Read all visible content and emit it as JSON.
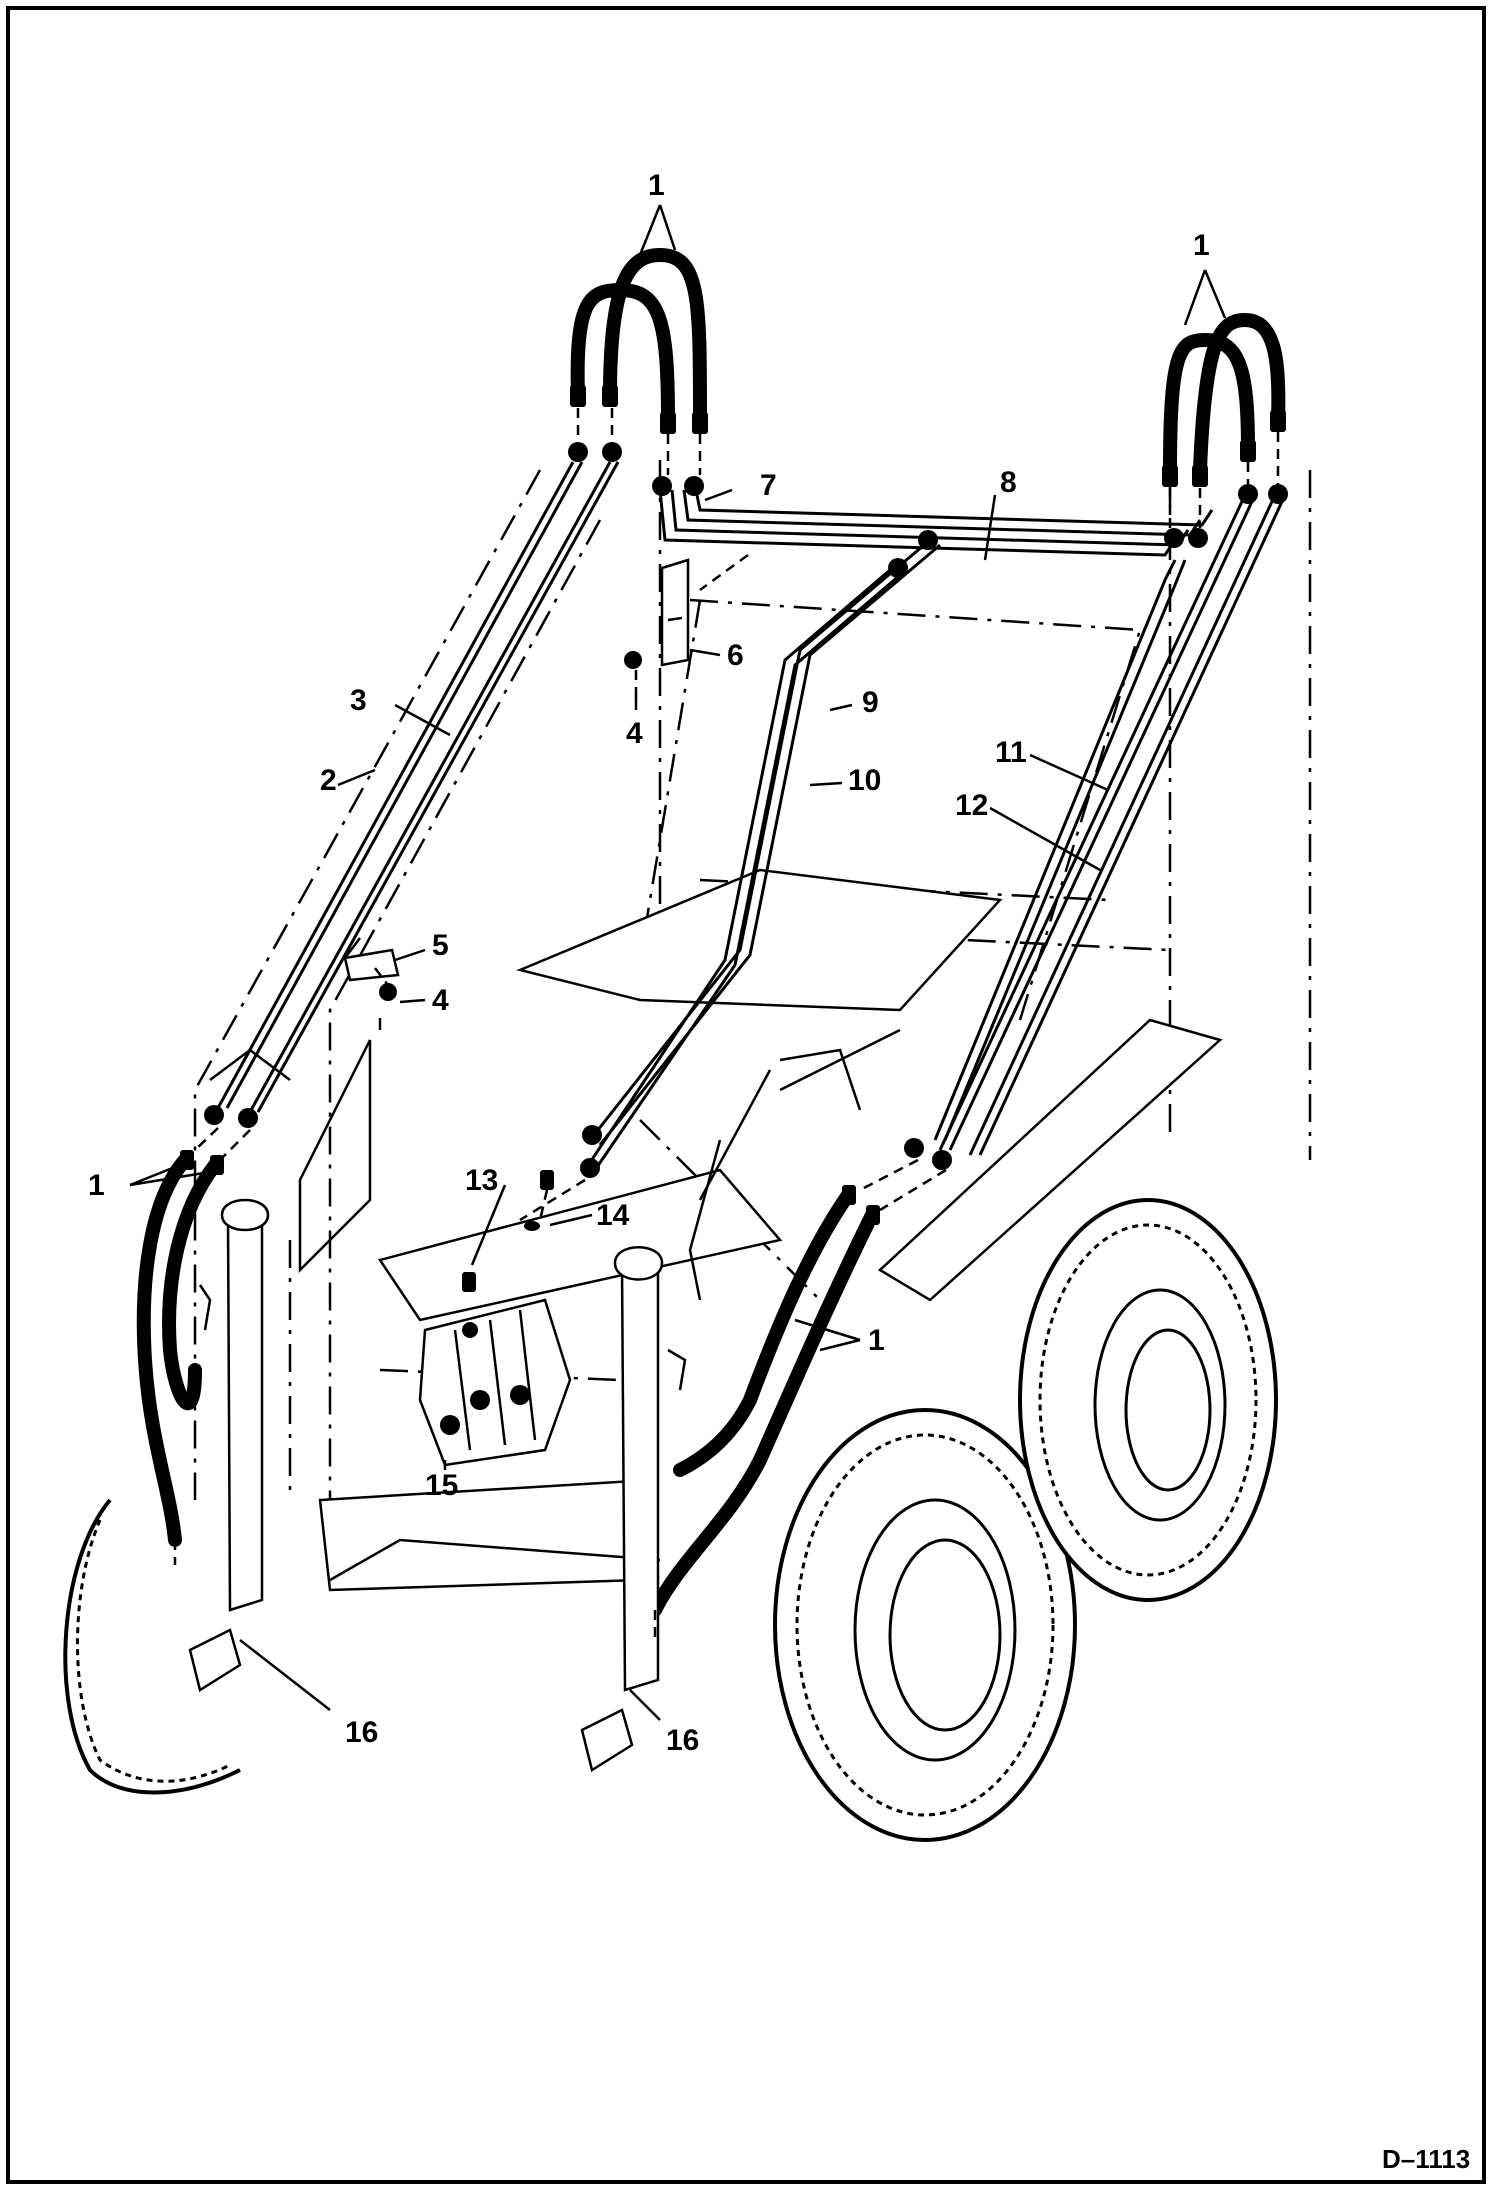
{
  "diagram": {
    "reference_code": "D–1113",
    "callouts": {
      "c1a": "1",
      "c1b": "1",
      "c1c": "1",
      "c1d": "1",
      "c2": "2",
      "c3": "3",
      "c4a": "4",
      "c4b": "4",
      "c5": "5",
      "c6": "6",
      "c7": "7",
      "c8": "8",
      "c9": "9",
      "c10": "10",
      "c11": "11",
      "c12": "12",
      "c13": "13",
      "c14": "14",
      "c15": "15",
      "c16a": "16",
      "c16b": "16"
    }
  }
}
